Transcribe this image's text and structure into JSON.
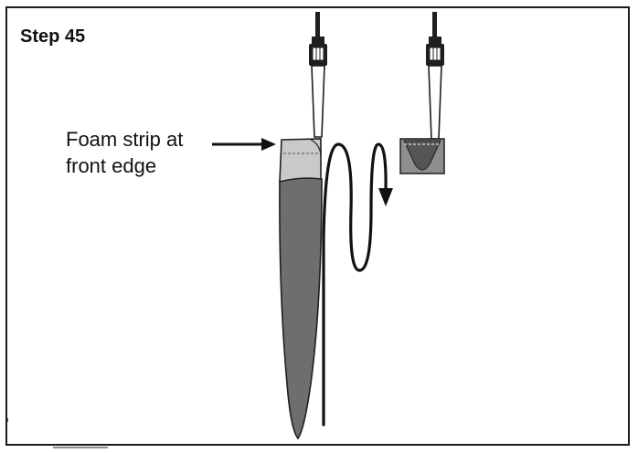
{
  "step": {
    "title": "Step 45"
  },
  "callout": {
    "line1": "Foam strip at",
    "line2": "front edge"
  },
  "colors": {
    "frame": "#1a1a1a",
    "blade": "#6e6e6e",
    "foam": "#c9c9c9",
    "tool": "#1f1f1f",
    "line": "#111111"
  },
  "icons": {
    "pointer": "arrow-right-icon",
    "motion": "curved-arrow-down-icon"
  }
}
